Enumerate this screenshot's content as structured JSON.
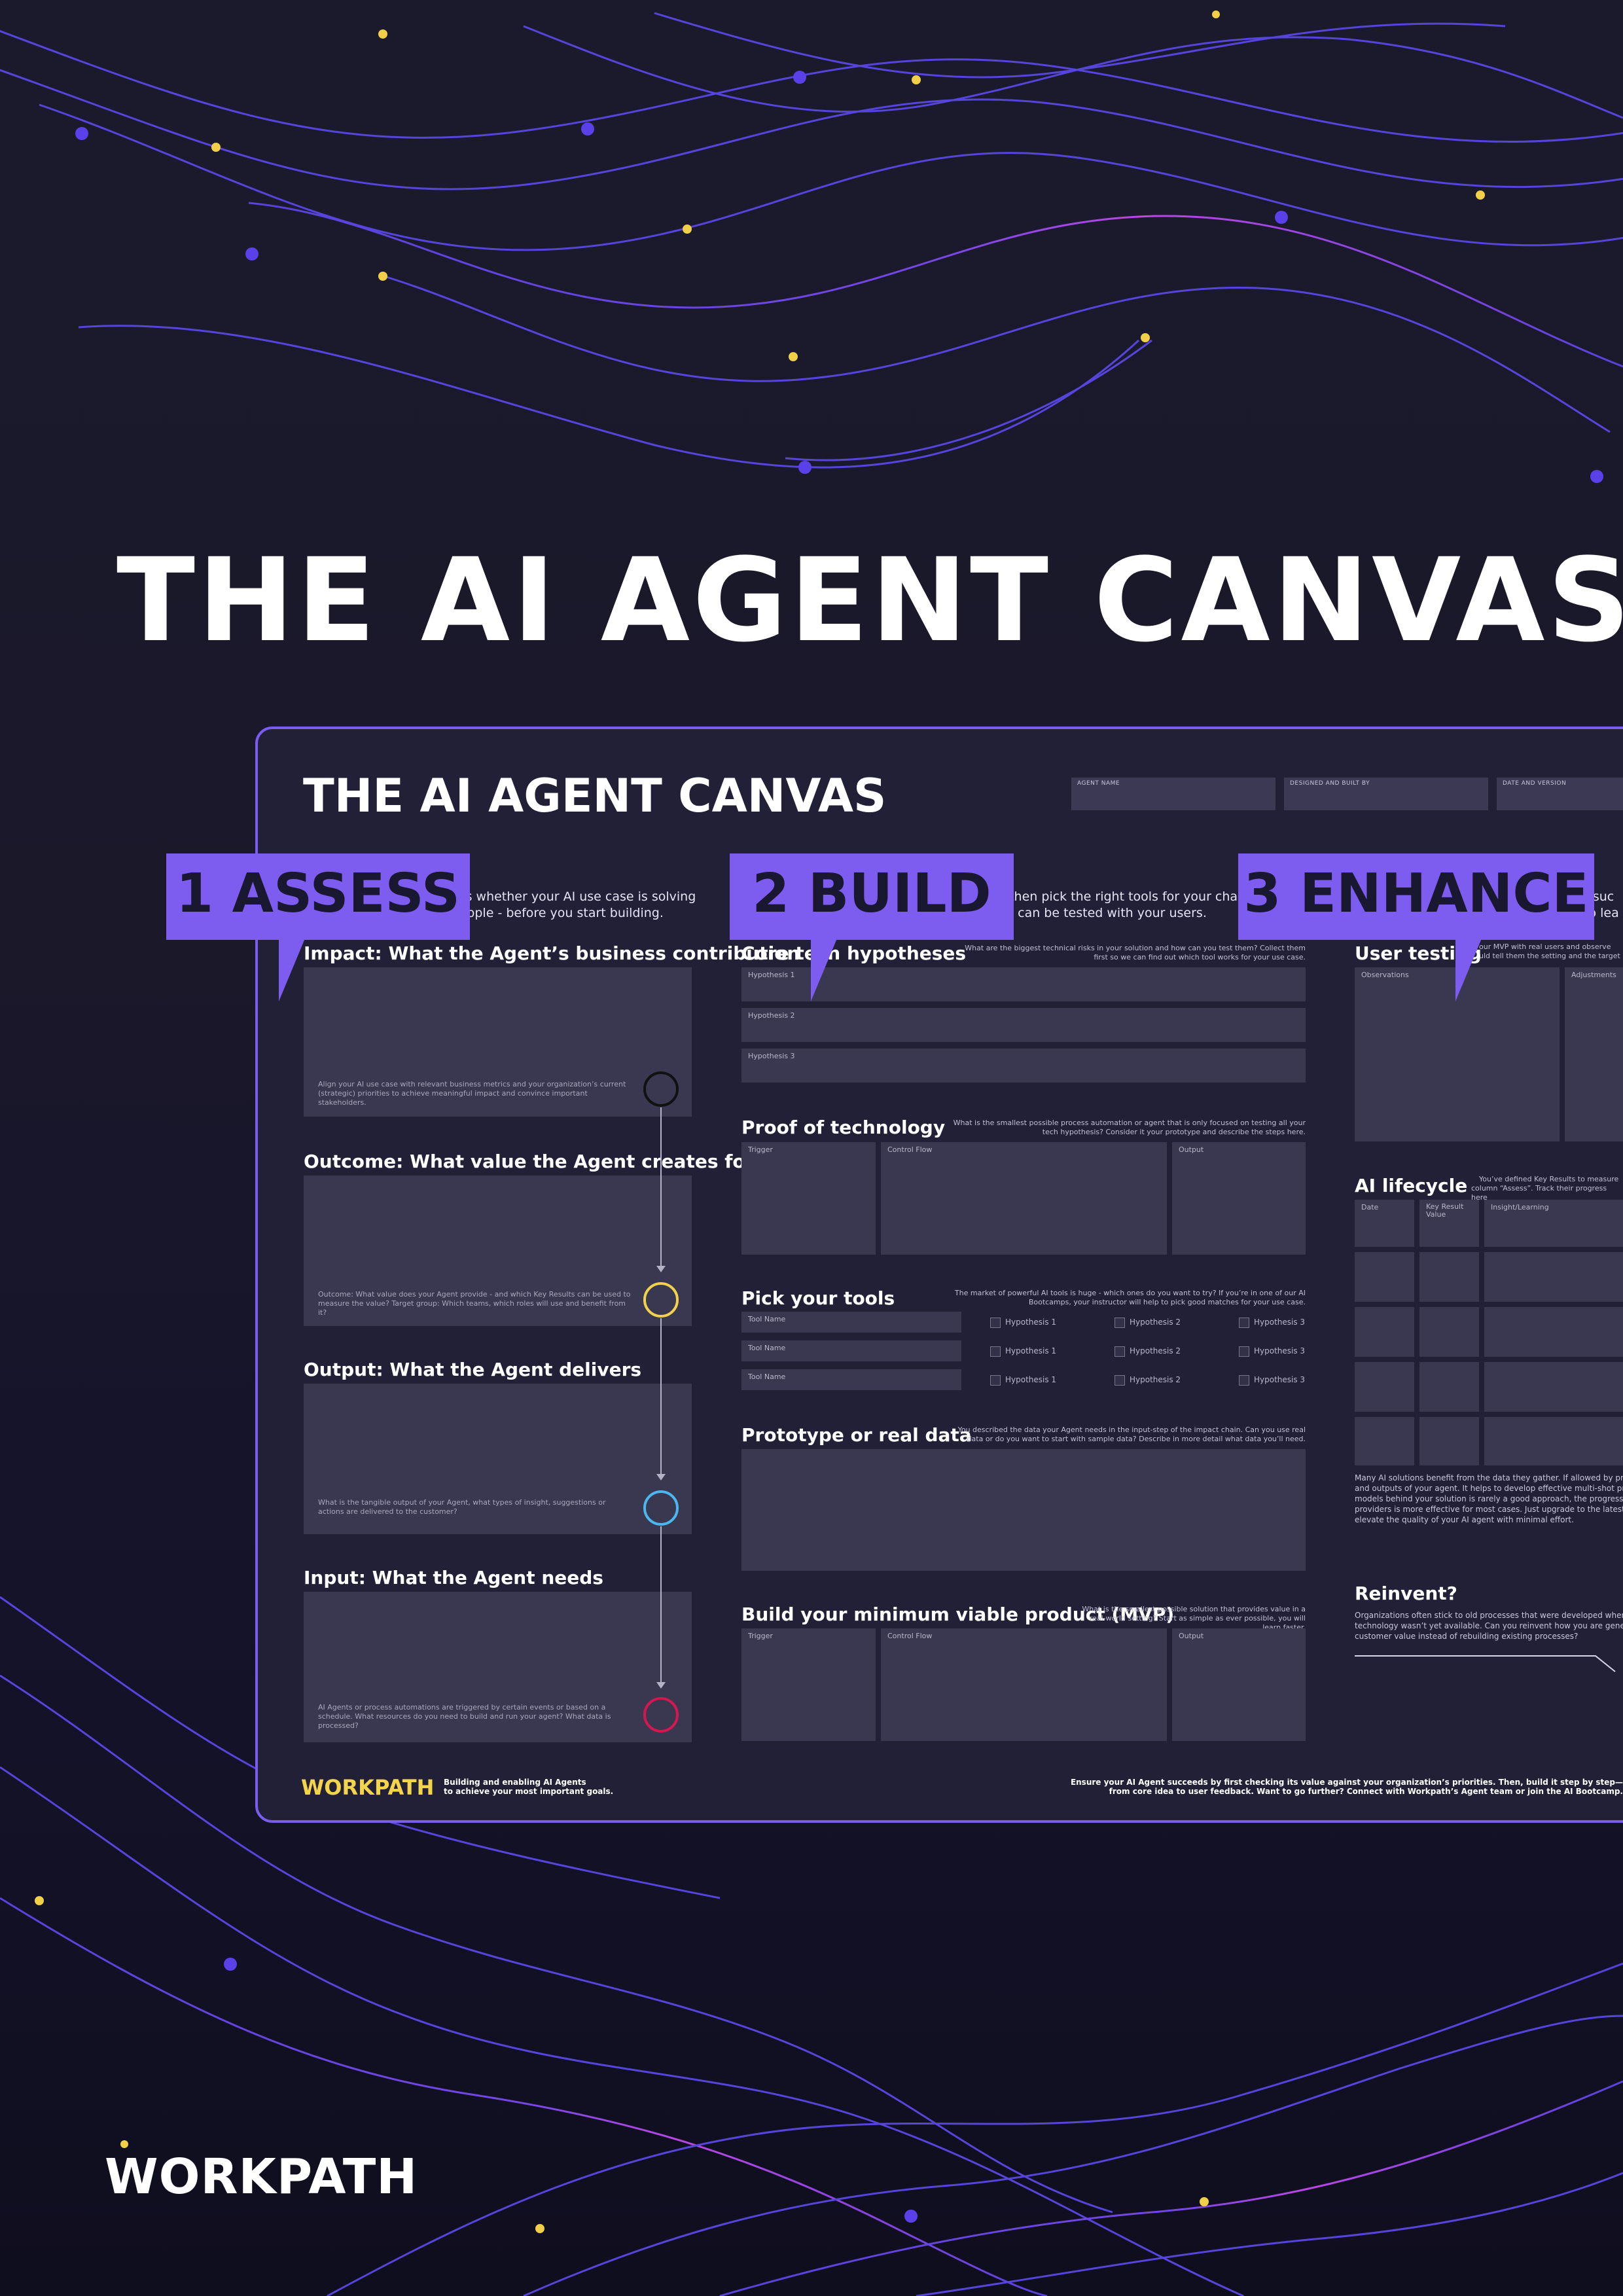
{
  "poster": {
    "title": "THE AI AGENT CANVAS",
    "brand": "WORKPATH"
  },
  "canvas": {
    "title": "THE AI AGENT CANVAS",
    "meta_fields": [
      "AGENT NAME",
      "DESIGNED AND BUILT BY",
      "DATE AND VERSION"
    ],
    "tabs": {
      "assess": "1 ASSESS",
      "build": "2 BUILD",
      "enhance": "3 ENHANCE"
    },
    "assess": {
      "intro_1": "ess whether your AI use case is solving",
      "intro_2": "people - before you start building.",
      "impact_title": "Impact: What the Agent’s business contribution",
      "impact_hint": "Align your AI use case with relevant business metrics and your organization’s current (strategic) priorities to achieve meaningful impact and convince important stakeholders.",
      "outcome_title": "Outcome: What value the Agent creates for whom",
      "outcome_hint": "Outcome: What value does your Agent provide - and which Key Results can be used to measure the value? Target group: Which teams, which roles will use and benefit from it?",
      "output_title": "Output: What the Agent delivers",
      "output_hint": "What is the tangible output of your Agent, what types of insight, suggestions or actions are delivered to the customer?",
      "input_title": "Input: What the Agent needs",
      "input_hint": "AI Agents or process automations are triggered by certain events or based on a schedule. What resources do you need to build and run your agent? What data is processed?"
    },
    "build": {
      "intro_1": ", then pick the right tools for your challen",
      "intro_2": "at can be tested with your users.",
      "hyp_title": "Core tech hypotheses",
      "hyp_hint": "What are the biggest technical risks in your solution and how can you test them? Collect them first so we can find out which tool works for your use case.",
      "hypotheses": [
        "Hypothesis 1",
        "Hypothesis 2",
        "Hypothesis 3"
      ],
      "proof_title": "Proof of technology",
      "proof_hint": "What is the smallest possible process automation or agent that is only focused on testing all your tech hypothesis? Consider it your prototype and describe the steps here.",
      "flow_labels": [
        "Trigger",
        "Control Flow",
        "Output"
      ],
      "tools_title": "Pick your tools",
      "tools_hint": "The market of powerful AI tools is huge - which ones do you want to try? If you’re in one of our AI Bootcamps, your instructor will help to pick good matches for your use case.",
      "tool_name": "Tool Name",
      "tool_checks": [
        "Hypothesis 1",
        "Hypothesis 2",
        "Hypothesis 3"
      ],
      "proto_title": "Prototype or real data",
      "proto_hint": "You described the data your Agent needs in the input-step of the impact chain. Can you use real data or do you want to start with sample data? Describe in more detail what data you’ll need.",
      "mvp_title": "Build your minimum viable product (MVP)",
      "mvp_hint": "What is the smallest possible solution that provides value in a real-world setting? Start as simple as ever possible, you will learn faster."
    },
    "enhance": {
      "intro_1": "r suc",
      "intro_2": "to lea",
      "testing_title": "User testing",
      "testing_hint_1": "our MVP with real users and observe",
      "testing_hint_2": "uld tell them the setting and the target",
      "observations": "Observations",
      "adjustments": "Adjustments",
      "lifecycle_title": "AI lifecycle",
      "lifecycle_hint_1": "You’ve defined Key Results to measure",
      "lifecycle_hint_2": "column “Assess”. Track their progress here",
      "col_date": "Date",
      "col_kr": "Key Result Value",
      "col_insight": "Insight/Learning",
      "lifecycle_para": [
        "Many AI solutions benefit from the data they gather. If allowed by privacy a",
        "and outputs of your agent. It helps to develop effective multi-shot prompts f",
        "models behind your solution is rarely a good approach, the progress in foun",
        "providers is more effective for most cases. Just upgrade to the latest AI mod",
        "elevate the quality of your AI agent with minimal effort."
      ],
      "reinvent_title": "Reinvent?",
      "reinvent_para": [
        "Organizations often stick to old processes that were developed when mod",
        "technology wasn’t yet available. Can you reinvent how you are generating",
        "customer value instead of rebuilding existing processes?"
      ]
    },
    "footer": {
      "brand": "WORKPATH",
      "tagline_1": "Building and enabling AI Agents",
      "tagline_2": "to achieve your most important goals.",
      "right_1": "Ensure your AI Agent succeeds by first checking its value against your organization’s priorities. Then, build it step by step—",
      "right_2": "from core idea to user feedback. Want to go further? Connect with Workpath’s Agent team or join the AI Bootcamp."
    },
    "colors": {
      "accent": "#7d5cf0",
      "impact_circle": "#111111",
      "outcome_circle": "#f2d14d",
      "output_circle": "#4ab7f0",
      "input_circle": "#d6174f",
      "brand_yellow": "#f3d44b"
    }
  }
}
